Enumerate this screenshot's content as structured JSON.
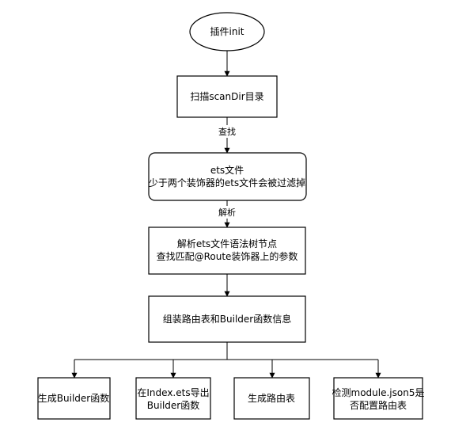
{
  "diagram": {
    "nodes": {
      "start": {
        "lines": [
          "插件init"
        ]
      },
      "scan": {
        "lines": [
          "扫描scanDir目录"
        ]
      },
      "ets": {
        "lines": [
          "ets文件",
          "少于两个装饰器的ets文件会被过滤掉"
        ]
      },
      "parse": {
        "lines": [
          "解析ets文件语法树节点",
          "查找匹配@Route装饰器上的参数"
        ]
      },
      "assemble": {
        "lines": [
          "组装路由表和Builder函数信息"
        ]
      },
      "gen_builder": {
        "lines": [
          "生成Builder函数"
        ]
      },
      "export": {
        "lines": [
          "在Index.ets导出",
          "Builder函数"
        ]
      },
      "gen_route": {
        "lines": [
          "生成路由表"
        ]
      },
      "check": {
        "lines": [
          "检测module.json5是",
          "否配置路由表"
        ]
      }
    },
    "edges": {
      "find": "查找",
      "parse": "解析"
    }
  }
}
